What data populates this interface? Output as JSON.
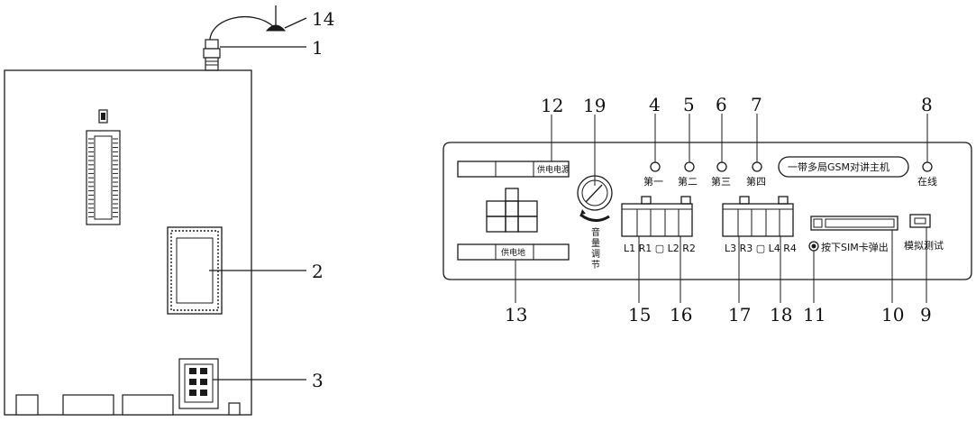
{
  "callouts_left": {
    "antenna": "14",
    "connector": "1",
    "module": "2",
    "sim_slot": "3"
  },
  "callouts_right": {
    "power_jack": "12",
    "volume_knob": "19",
    "led_1": "4",
    "led_2": "5",
    "led_3": "6",
    "led_4": "7",
    "led_online": "8",
    "ground_strip": "13",
    "terminal_l1r1": "15",
    "terminal_l2r2": "16",
    "terminal_l3r3": "17",
    "terminal_l4r4": "18",
    "sim_eject_button": "11",
    "sim_tray": "10",
    "test_switch": "9"
  },
  "panel_labels": {
    "power_source": "供电电源",
    "ground": "供电地",
    "volume_adjust": [
      "音",
      "量",
      "调",
      "节"
    ],
    "led_1": "第一",
    "led_2": "第二",
    "led_3": "第三",
    "led_4": "第四",
    "device_name": "一带多局GSM对讲主机",
    "online": "在线",
    "terminal_group_a": "L1 R1 ▢ L2 R2",
    "terminal_group_b": "L3 R3 ▢ L4 R4",
    "sim_eject": "按下SIM卡弹出",
    "test": "模拟测试"
  }
}
